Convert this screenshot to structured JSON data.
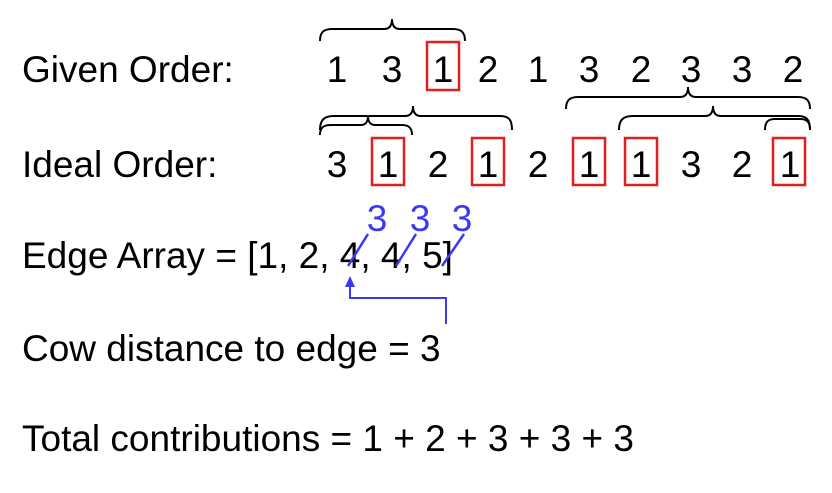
{
  "given_order": {
    "label": "Given Order:",
    "values": [
      "1",
      "3",
      "1",
      "2",
      "1",
      "3",
      "2",
      "3",
      "3",
      "2"
    ],
    "boxed_index": [
      2
    ]
  },
  "ideal_order": {
    "label": "Ideal Order:",
    "values": [
      "3",
      "1",
      "2",
      "1",
      "2",
      "1",
      "1",
      "3",
      "2",
      "1"
    ],
    "boxed_index": [
      1,
      3,
      5,
      6,
      9
    ]
  },
  "edge_array": {
    "prefix": "Edge Array = [",
    "items": [
      "1",
      "2",
      "4",
      "4",
      "5"
    ],
    "separator": ",",
    "suffix": "]",
    "replacements": [
      "3",
      "3",
      "3"
    ]
  },
  "cow_distance": {
    "text": "Cow distance to edge = 3"
  },
  "total": {
    "text": "Total contributions = 1 + 2 + 3 + 3 + 3"
  },
  "colors": {
    "box": "#e02020",
    "annotation": "#3a3af0",
    "text": "#000000"
  }
}
